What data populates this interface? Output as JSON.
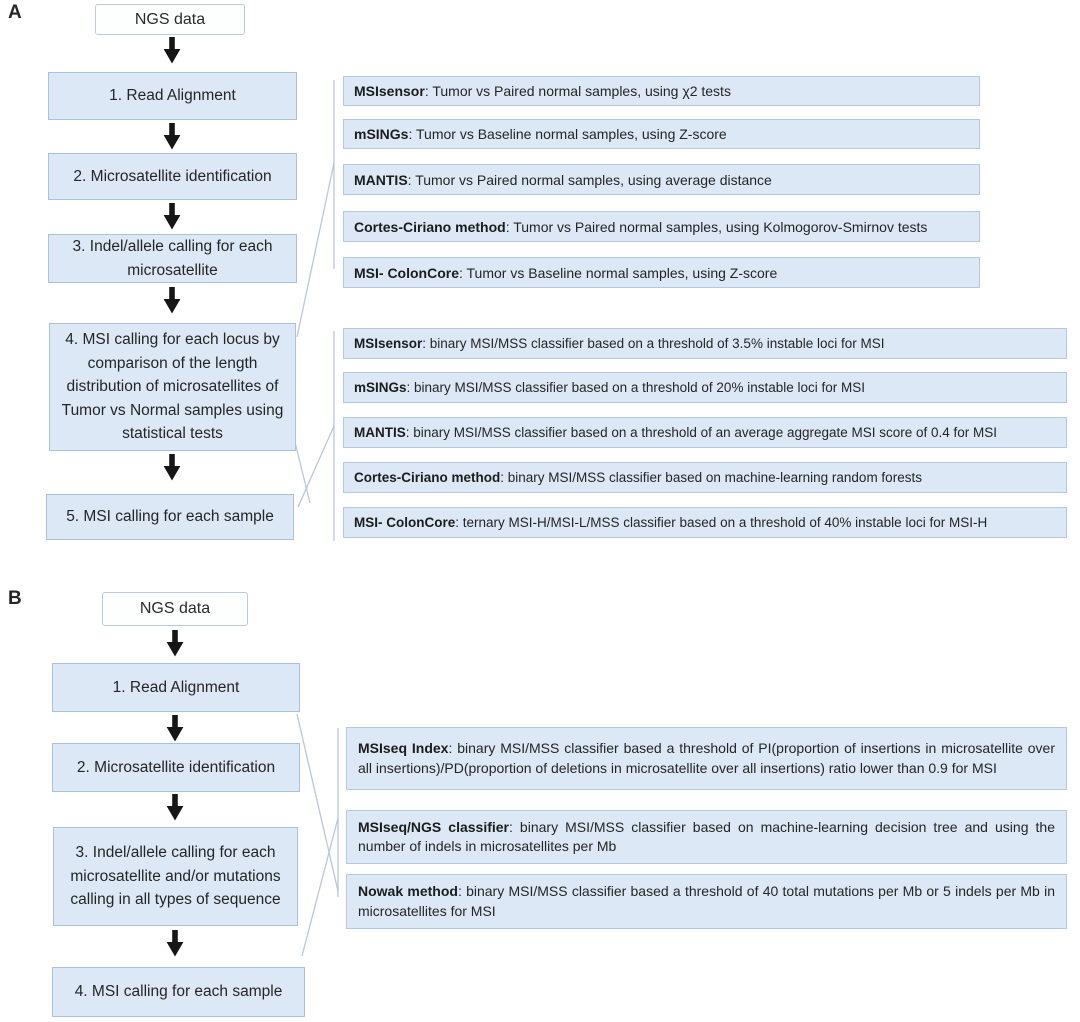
{
  "panels": [
    {
      "label": "A",
      "ngs": "NGS data",
      "steps": [
        "1. Read Alignment",
        "2. Microsatellite identification",
        "3. Indel/allele calling for each microsatellite",
        "4. MSI calling for each locus by comparison of the length distribution of microsatellites of Tumor vs Normal samples using statistical tests",
        "5. MSI calling for each sample"
      ],
      "locus_callouts": [
        {
          "name": "MSIsensor",
          "text": ": Tumor vs Paired normal samples, using χ2 tests"
        },
        {
          "name": "mSINGs",
          "text": ": Tumor vs Baseline normal samples, using Z-score"
        },
        {
          "name": "MANTIS",
          "text": ": Tumor vs Paired normal samples, using average distance"
        },
        {
          "name": "Cortes-Ciriano method",
          "text": ": Tumor vs Paired normal samples, using Kolmogorov-Smirnov tests"
        },
        {
          "name": "MSI- ColonCore",
          "text": ": Tumor vs Baseline normal samples, using Z-score"
        }
      ],
      "sample_callouts": [
        {
          "name": "MSIsensor",
          "text": ": binary MSI/MSS classifier based on a threshold of 3.5% instable loci for MSI"
        },
        {
          "name": "mSINGs",
          "text": ": binary MSI/MSS classifier based on a threshold of 20% instable loci for MSI"
        },
        {
          "name": "MANTIS",
          "text": ": binary MSI/MSS classifier based on a threshold of an average aggregate MSI score of 0.4 for MSI"
        },
        {
          "name": "Cortes-Ciriano method",
          "text": ": binary MSI/MSS classifier based on machine-learning random forests"
        },
        {
          "name": "MSI- ColonCore",
          "text": ": ternary MSI-H/MSI-L/MSS classifier based on a threshold of 40% instable loci for MSI-H"
        }
      ]
    },
    {
      "label": "B",
      "ngs": "NGS data",
      "steps": [
        "1. Read Alignment",
        "2. Microsatellite identification",
        "3. Indel/allele calling for each microsatellite and/or mutations calling in all types of sequence",
        "4. MSI calling for each sample"
      ],
      "sample_callouts": [
        {
          "name": "MSIseq Index",
          "text": ": binary MSI/MSS classifier based a threshold of PI(proportion of insertions in microsatellite over all insertions)/PD(proportion of deletions in microsatellite over all insertions) ratio lower than 0.9 for MSI"
        },
        {
          "name": "MSIseq/NGS classifier",
          "text": ": binary MSI/MSS classifier based on machine-learning decision tree and using the number of indels in microsatellites per Mb"
        },
        {
          "name": "Nowak method",
          "text": ": binary MSI/MSS classifier based a threshold of 40 total mutations per Mb or 5 indels per Mb in microsatellites for MSI"
        }
      ]
    }
  ],
  "colors": {
    "box_fill": "#dce8f5",
    "step_border": "#a9c2da",
    "callout_border": "#b3c9de",
    "ngs_fill": "#fdfefe",
    "text": "#212121",
    "connector_line": "#b6c8da",
    "arrow": "#161616"
  }
}
